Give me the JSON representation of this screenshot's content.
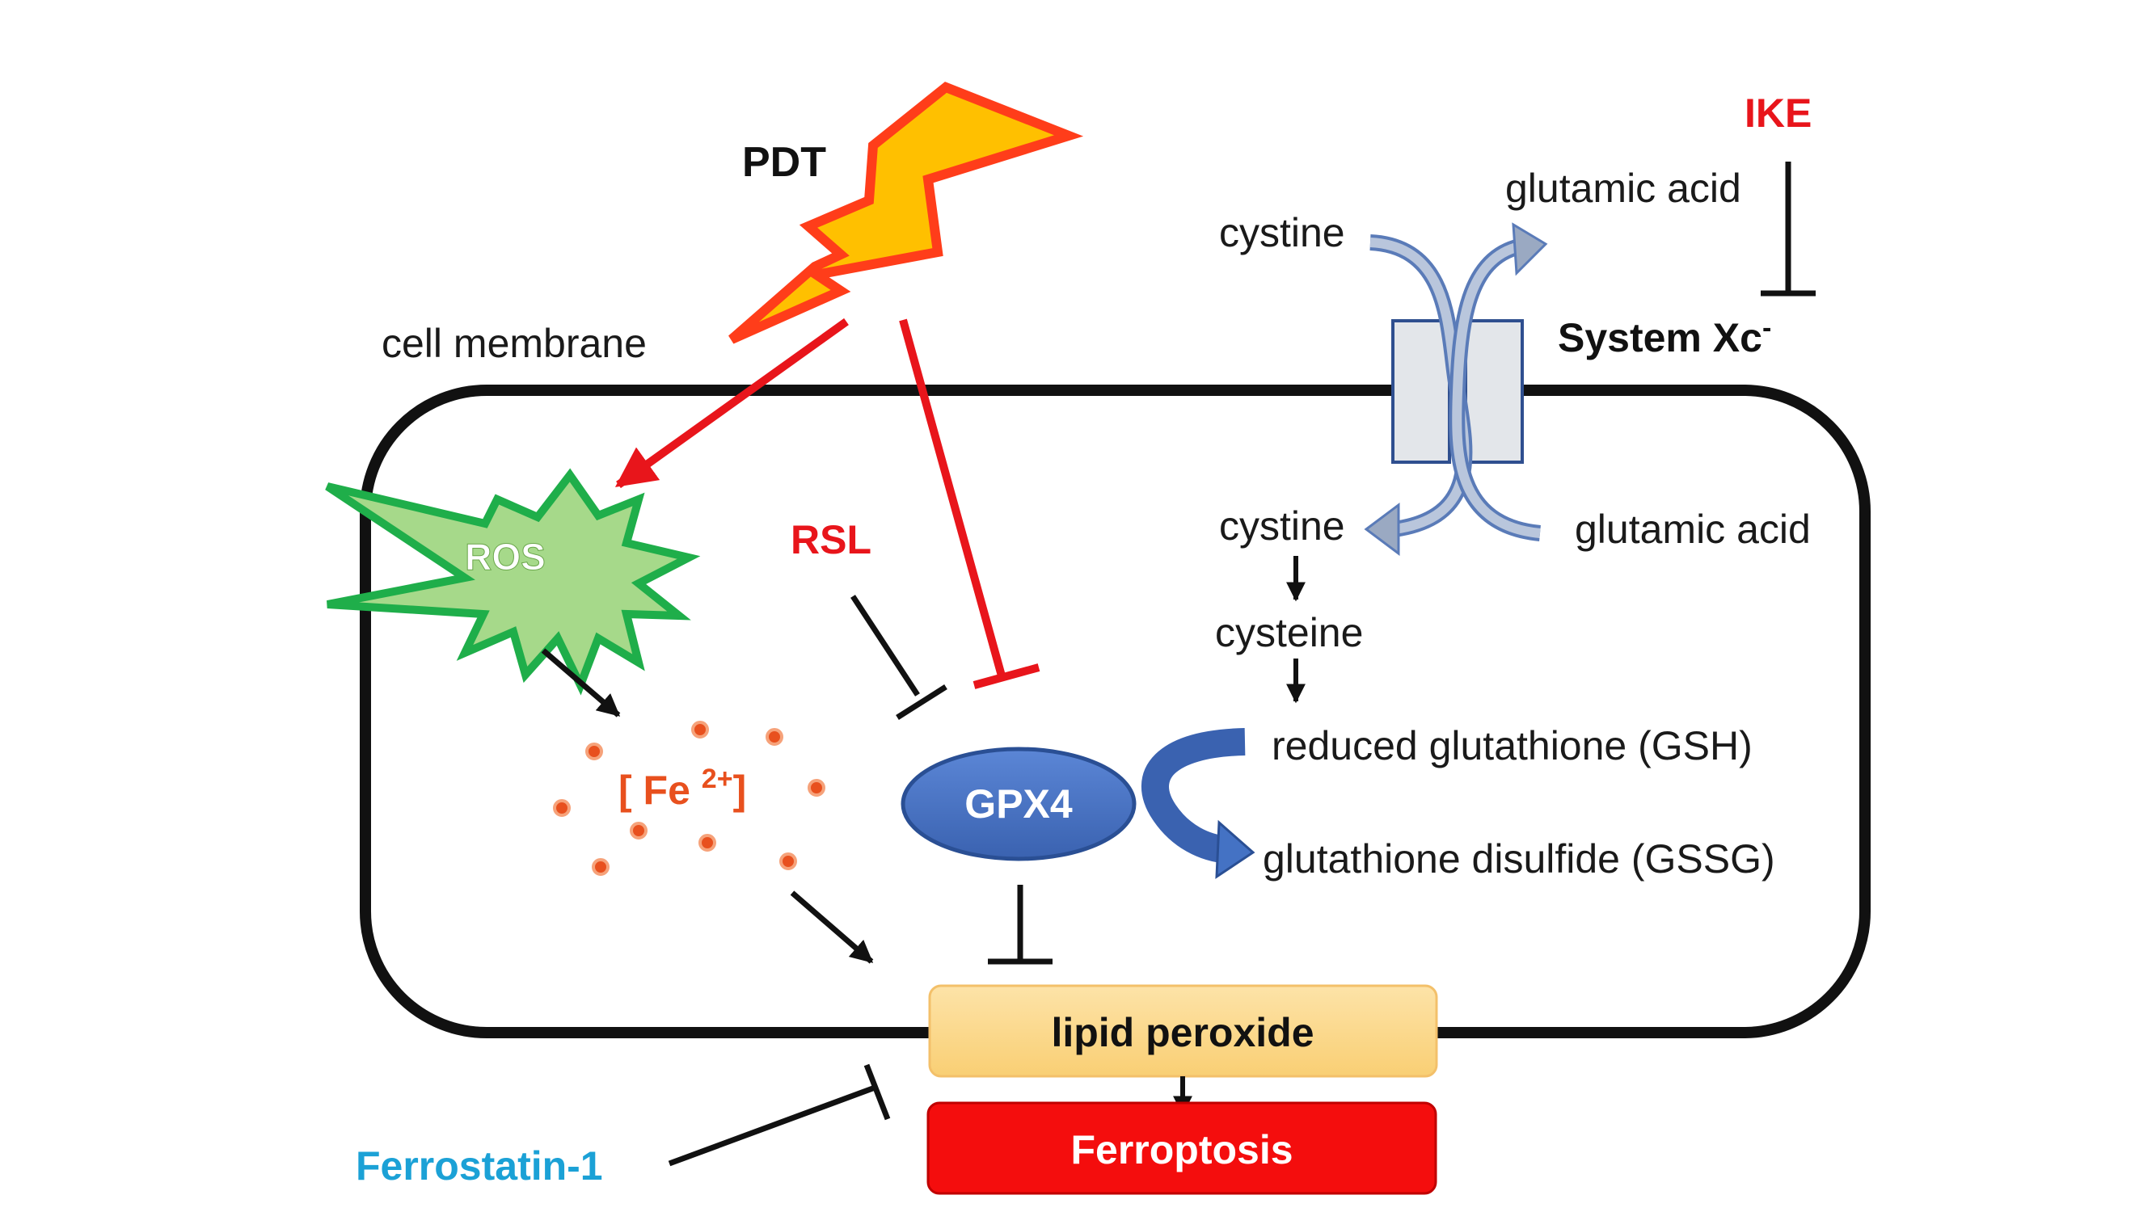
{
  "labels": {
    "pdt": "PDT",
    "ike": "IKE",
    "cell_membrane": "cell membrane",
    "glutamic_acid_out": "glutamic acid",
    "cystine_out": "cystine",
    "system_xc": "System Xc",
    "system_xc_sup": "-",
    "ros": "ROS",
    "rsl": "RSL",
    "cystine_in": "cystine",
    "glutamic_acid_in": "glutamic acid",
    "cysteine": "cysteine",
    "fe_open": "[ Fe ",
    "fe_sup": "2+",
    "fe_close": "]",
    "gpx4": "GPX4",
    "gsh": "reduced glutathione (GSH)",
    "gssg": "glutathione disulfide (GSSG)",
    "lipid_peroxide": "lipid peroxide",
    "ferroptosis": "Ferroptosis",
    "ferrostatin": "Ferrostatin-1"
  },
  "colors": {
    "red": "#e8151b",
    "black": "#111111",
    "ros_green": "#1fae4a",
    "ros_fill": "#a6d98a",
    "fe_orange": "#e8501e",
    "gpx4_blue": "#4472c4",
    "ferrostatin_blue": "#1ba1d6",
    "lipid_fill": "#fbd98c",
    "ferroptosis_red": "#f40d0d",
    "lightning_fill": "#ffc000",
    "lightning_stroke": "#ff3d1a",
    "transporter_fill": "#e3e6ea",
    "transporter_stroke": "#2f4f8f"
  },
  "icons": [
    "lightning-bolt-icon",
    "ros-burst-icon",
    "iron-ion-dots-icon",
    "transporter-channel-icon"
  ]
}
